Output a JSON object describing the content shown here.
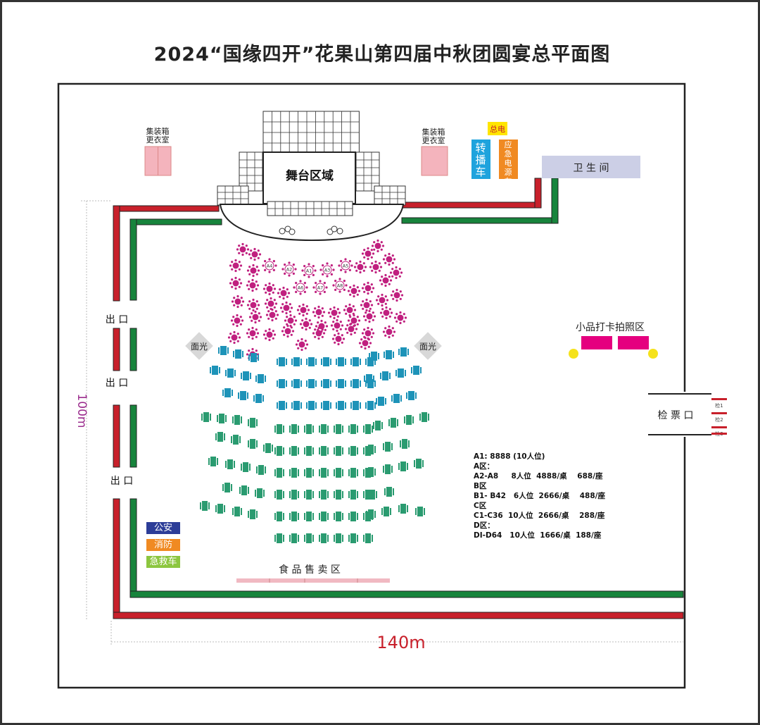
{
  "title": "2024“国缘四开”花果山第四届中秋团圆宴总平面图",
  "labels": {
    "container_left": "集装箱\n更衣室",
    "container_right": "集装箱\n更衣室",
    "stage": "舞台区域",
    "main_power": "总电",
    "relay_truck": "转播车",
    "emergency_power": "应急电源车",
    "restroom": "卫 生 间",
    "exit": "出 口",
    "face_light": "面光",
    "photo_zone": "小品打卡拍照区",
    "ticket_gate": "检 票 口",
    "gates": [
      "检1",
      "检2",
      "检3"
    ],
    "food_zone": "食 品 售 卖 区",
    "height_dim": "100m",
    "width_dim": "140m",
    "police": "公安",
    "fire": "消防",
    "ambulance": "急救车"
  },
  "legend": [
    "A1: 8888 (10人位)",
    "A区：",
    "A2-A8     8人位  4888/桌    688/座",
    "",
    "B区",
    "B1- B42   6人位  2666/桌    488/座",
    "",
    "C区",
    "C1-C36  10人位  2666/桌    288/座",
    "",
    "D区：",
    "DI-D64   10人位  1666/桌  188/座"
  ],
  "a_tables": [
    "A4",
    "A2",
    "A1",
    "A3",
    "A5",
    "A6",
    "A7",
    "A8"
  ],
  "colors": {
    "red_rail": "#c8202b",
    "green_rail": "#17843c",
    "pink_box": "#f4b4bd",
    "relay_blue": "#1ea3dd",
    "emergency_orange": "#f08a22",
    "power_yellow": "#ffe500",
    "restroom_bg": "#cccfe6",
    "magenta_table": "#c0207f",
    "b_table_blue": "#1d93b8",
    "cd_table_green": "#2a9b70",
    "photo_magenta": "#e5007f",
    "photo_yellow": "#f5e21b",
    "police_blue": "#2c3d98",
    "fire_orange": "#f08a22",
    "ambulance_green": "#8cc63f",
    "food_pink": "#f1b9c2"
  }
}
